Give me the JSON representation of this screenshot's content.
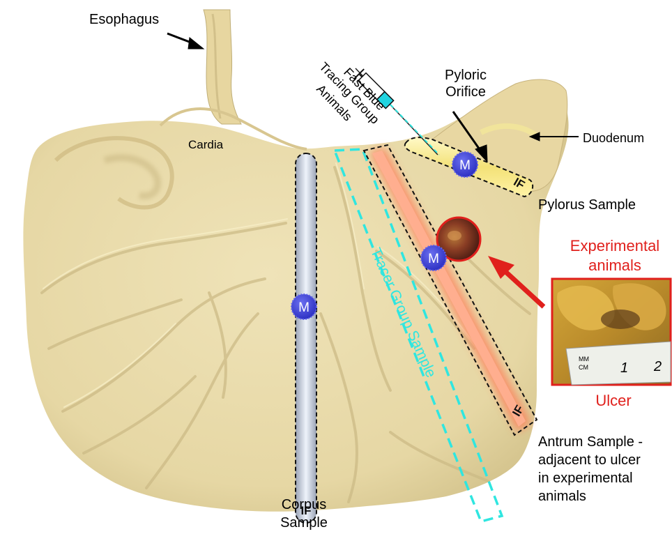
{
  "labels": {
    "esophagus": "Esophagus",
    "cardia": "Cardia",
    "fast_blue": "Fast Blue",
    "tracing_group_animals": [
      "Tracing Group",
      "Animals"
    ],
    "pyloric_orifice": [
      "Pyloric",
      "Orifice"
    ],
    "duodenum": "Duodenum",
    "pylorus_sample": "Pylorus Sample",
    "experimental_animals": [
      "Experimental",
      "animals"
    ],
    "ulcer": "Ulcer",
    "tracer_group_sample": "Tracer Group Sample",
    "antrum_sample": [
      "Antrum Sample -",
      "adjacent to ulcer",
      "in experimental",
      "animals"
    ],
    "corpus_sample": [
      "Corpus",
      "Sample"
    ],
    "marker_m": "M",
    "marker_if": "IF",
    "ruler_units": [
      "MM",
      "CM"
    ],
    "ruler_numbers": [
      "1",
      "2"
    ]
  },
  "colors": {
    "tissue": "#e9dcae",
    "tissue_shadow": "#cdbf8c",
    "tracer_dash": "#2fe6e0",
    "ulcer_red": "#e0201c",
    "marker_blue": "#3b3fd0",
    "antrum_glow": "#ff7a57",
    "pylorus_yellow": "#f7ec8a",
    "corpus_strip": "#dfe7f4"
  }
}
